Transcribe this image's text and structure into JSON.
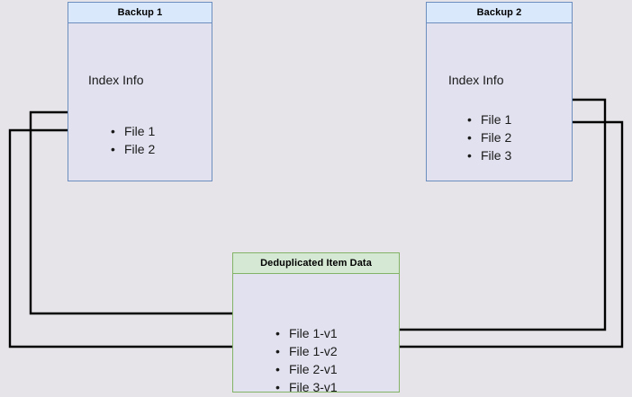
{
  "diagram": {
    "title": "Backup deduplication index diagram",
    "background_color": "#e6e4e9",
    "nodes": [
      {
        "id": "backup1",
        "header": "Backup 1",
        "section_label": "Index Info",
        "items": [
          "File 1",
          "File 2"
        ],
        "fill_color": "#e1e1ef",
        "header_color": "#dae8fc",
        "border_color": "#6c8ebf"
      },
      {
        "id": "backup2",
        "header": "Backup 2",
        "section_label": "Index Info",
        "items": [
          "File 1",
          "File 2",
          "File 3"
        ],
        "fill_color": "#e1e1ef",
        "header_color": "#dae8fc",
        "border_color": "#6c8ebf"
      },
      {
        "id": "dedup",
        "header": "Deduplicated Item Data",
        "items": [
          "File 1-v1",
          "File 1-v2",
          "File 2-v1",
          "File 3-v1"
        ],
        "fill_color": "#e1e1ef",
        "header_color": "#d5e8d4",
        "border_color": "#82b366"
      }
    ],
    "edges": [
      {
        "id": "b1-file1-to-dedup-file1v1",
        "from": "Backup 1 / File 1",
        "to": "Deduplicated Item Data / File 1-v1",
        "color": "#000000"
      },
      {
        "id": "b1-file2-to-dedup-file2v1",
        "from": "Backup 1 / File 2",
        "to": "Deduplicated Item Data / File 2-v1",
        "color": "#000000"
      },
      {
        "id": "b2-file1-to-dedup-file1v2",
        "from": "Backup 2 / File 1",
        "to": "Deduplicated Item Data / File 1-v2",
        "color": "#000000"
      },
      {
        "id": "b2-file2-to-dedup-file2v1",
        "from": "Backup 2 / File 2",
        "to": "Deduplicated Item Data / File 2-v1",
        "color": "#000000"
      }
    ]
  }
}
